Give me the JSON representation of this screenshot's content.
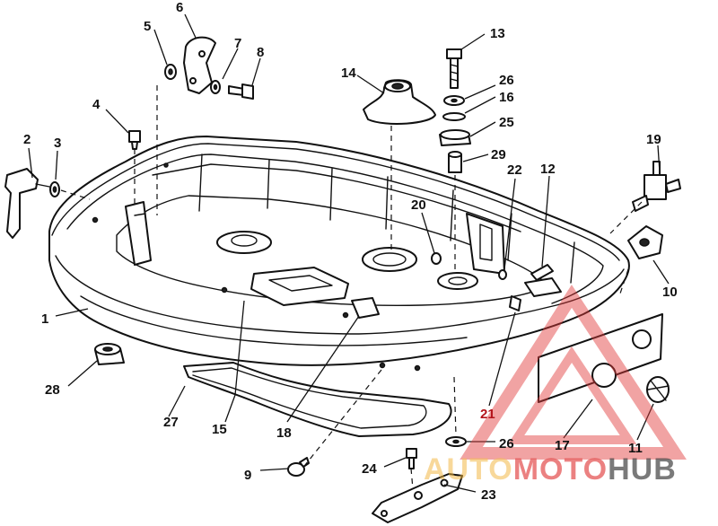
{
  "diagram": {
    "callouts": [
      {
        "id": "1",
        "label": "1"
      },
      {
        "id": "2",
        "label": "2"
      },
      {
        "id": "3",
        "label": "3"
      },
      {
        "id": "4",
        "label": "4"
      },
      {
        "id": "5",
        "label": "5"
      },
      {
        "id": "6",
        "label": "6"
      },
      {
        "id": "7",
        "label": "7"
      },
      {
        "id": "8",
        "label": "8"
      },
      {
        "id": "9",
        "label": "9"
      },
      {
        "id": "10",
        "label": "10"
      },
      {
        "id": "11",
        "label": "11"
      },
      {
        "id": "12",
        "label": "12"
      },
      {
        "id": "13",
        "label": "13"
      },
      {
        "id": "14",
        "label": "14"
      },
      {
        "id": "15",
        "label": "15"
      },
      {
        "id": "16",
        "label": "16"
      },
      {
        "id": "17",
        "label": "17"
      },
      {
        "id": "18",
        "label": "18"
      },
      {
        "id": "19",
        "label": "19"
      },
      {
        "id": "20",
        "label": "20"
      },
      {
        "id": "21",
        "label": "21"
      },
      {
        "id": "22",
        "label": "22"
      },
      {
        "id": "23",
        "label": "23"
      },
      {
        "id": "24",
        "label": "24"
      },
      {
        "id": "25",
        "label": "25"
      },
      {
        "id": "26a",
        "label": "26"
      },
      {
        "id": "26b",
        "label": "26"
      },
      {
        "id": "27",
        "label": "27"
      },
      {
        "id": "28",
        "label": "28"
      },
      {
        "id": "29",
        "label": "29"
      }
    ]
  },
  "watermark": {
    "part1": "AUTO",
    "part2": "MOTO",
    "part3": "HUB",
    "color_primary": "#e03a3a",
    "color_secondary": "#f0b23a",
    "color_tertiary": "#222222"
  }
}
